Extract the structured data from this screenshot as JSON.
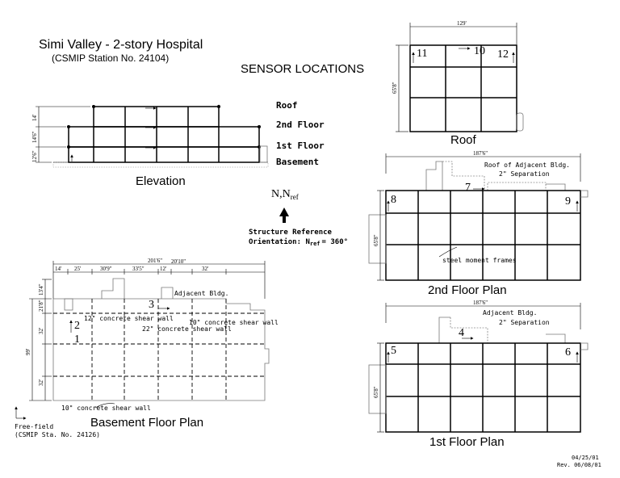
{
  "header": {
    "title": "Simi Valley - 2-story Hospital",
    "subtitle": "(CSMIP Station No. 24104)",
    "sensor_locations": "SENSOR LOCATIONS"
  },
  "elevation": {
    "caption": "Elevation",
    "floors": {
      "roof": "Roof",
      "second": "2nd Floor",
      "first": "1st Floor",
      "basement": "Basement"
    },
    "dims": {
      "d1": "14'",
      "d2": "14'6\"",
      "d3": "12'6\""
    }
  },
  "north": {
    "label": "N,N",
    "sub": "ref",
    "ref_line1": "Structure Reference",
    "ref_line2": "Orientation: N",
    "ref_sub": "ref",
    "ref_value": "= 360°"
  },
  "roof_plan": {
    "caption": "Roof",
    "width": "129'",
    "depth": "65'8\"",
    "sensors": {
      "s10": "10",
      "s11": "11",
      "s12": "12"
    }
  },
  "second_floor": {
    "caption": "2nd Floor Plan",
    "width": "187'6\"",
    "depth": "65'8\"",
    "note_roof": "Roof of Adjacent Bldg.",
    "note_sep": "2\" Separation",
    "note_frames": "steel moment frames",
    "sensors": {
      "s7": "7",
      "s8": "8",
      "s9": "9"
    }
  },
  "first_floor": {
    "caption": "1st Floor Plan",
    "width": "187'6\"",
    "depth": "65'8\"",
    "note_adj": "Adjacent Bldg.",
    "note_sep": "2\" Separation",
    "sensors": {
      "s4": "4",
      "s5": "5",
      "s6": "6"
    }
  },
  "basement": {
    "caption": "Basement Floor Plan",
    "width": "201'6\"",
    "dims_top": [
      "14'",
      "25'",
      "30'9\"",
      "33'5\"",
      "12'",
      "20'10\"",
      "32'"
    ],
    "dims_left": [
      "13'4\"",
      "21'8\"",
      "32'",
      "32'"
    ],
    "depth": "99'",
    "note_adj": "Adjacent Bldg.",
    "wall_12": "12\" concrete shear wall",
    "wall_10a": "10\" concrete shear wall",
    "wall_22": "22\" concrete shear wall",
    "wall_10b": "10\" concrete shear wall",
    "sensors": {
      "s1": "1",
      "s2": "2",
      "s3": "3"
    }
  },
  "free_field": {
    "label": "Free-field",
    "station": "(CSMIP Sta. No. 24126)"
  },
  "dates": {
    "date": "04/25/01",
    "rev": "Rev. 06/08/01"
  }
}
